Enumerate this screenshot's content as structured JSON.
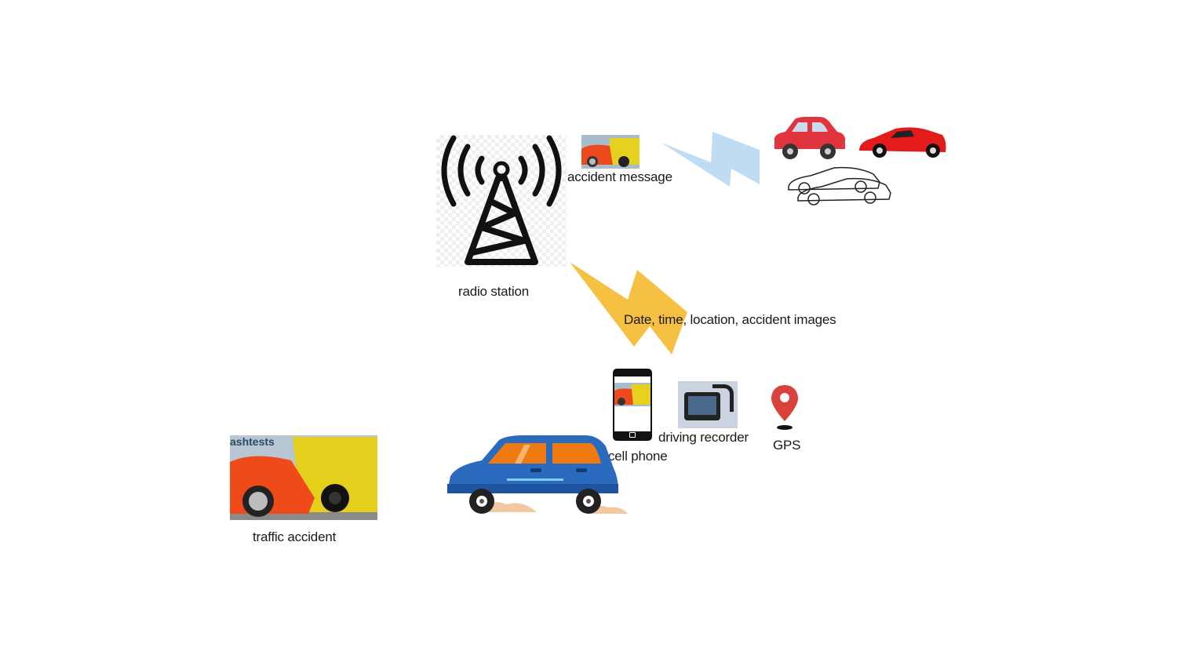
{
  "labels": {
    "radio_station": "radio station",
    "accident_message": "accident message",
    "data_sent": "Date, time, location, accident images",
    "cell_phone": "cell phone",
    "driving_recorder": "driving recorder",
    "gps": "GPS",
    "traffic_accident": "traffic accident"
  },
  "photo_watermark": "ashtests",
  "colors": {
    "broadcast_bolt": "#bfdcf2",
    "upload_bolt": "#f6c143",
    "blue_car": "#2a6bbf",
    "gps_pin": "#d9423a"
  }
}
